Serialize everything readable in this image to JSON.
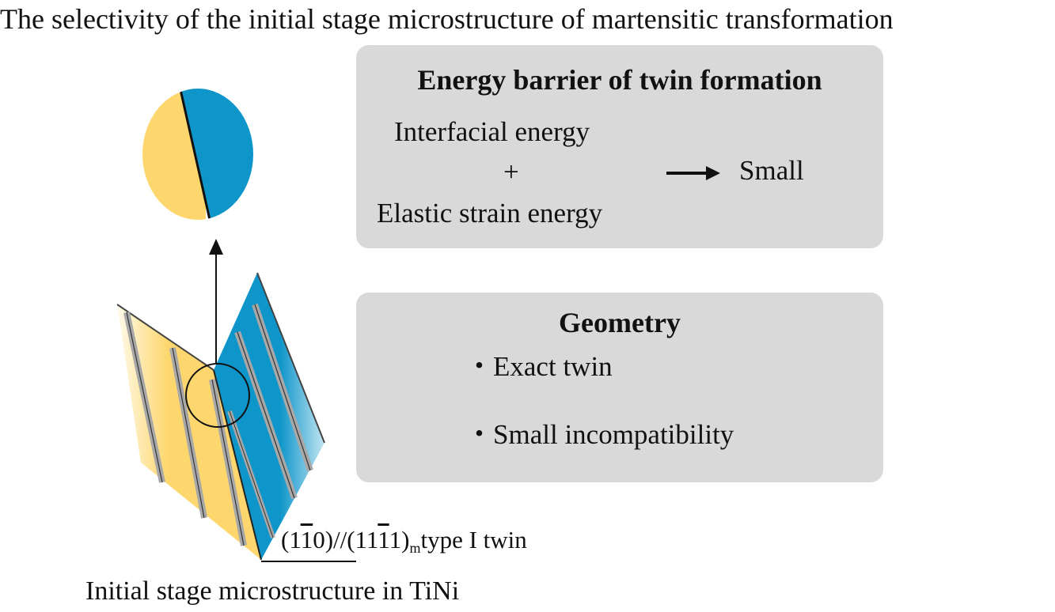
{
  "title": "The selectivity of the initial stage microstructure of martensitic transformation",
  "energy_box": {
    "heading": "Energy barrier of twin formation",
    "line1": "Interfacial energy",
    "plus": "+",
    "line2": "Elastic strain energy",
    "result": "Small"
  },
  "geometry_box": {
    "heading": "Geometry",
    "bullet": "・",
    "items": [
      "Exact twin",
      "Small incompatibility"
    ]
  },
  "twin_label": {
    "p1": "(1",
    "p2": "1",
    "p3": "0)//(11",
    "p4": "1)",
    "sub": "m",
    "p5": "type I twin"
  },
  "caption": "Initial stage microstructure in TiNi",
  "colors": {
    "variant_yellow": "#fdd76e",
    "variant_blue": "#0e96ca",
    "box_gray": "#d9d9d9",
    "stripe_gray": "#a8a8a8"
  }
}
